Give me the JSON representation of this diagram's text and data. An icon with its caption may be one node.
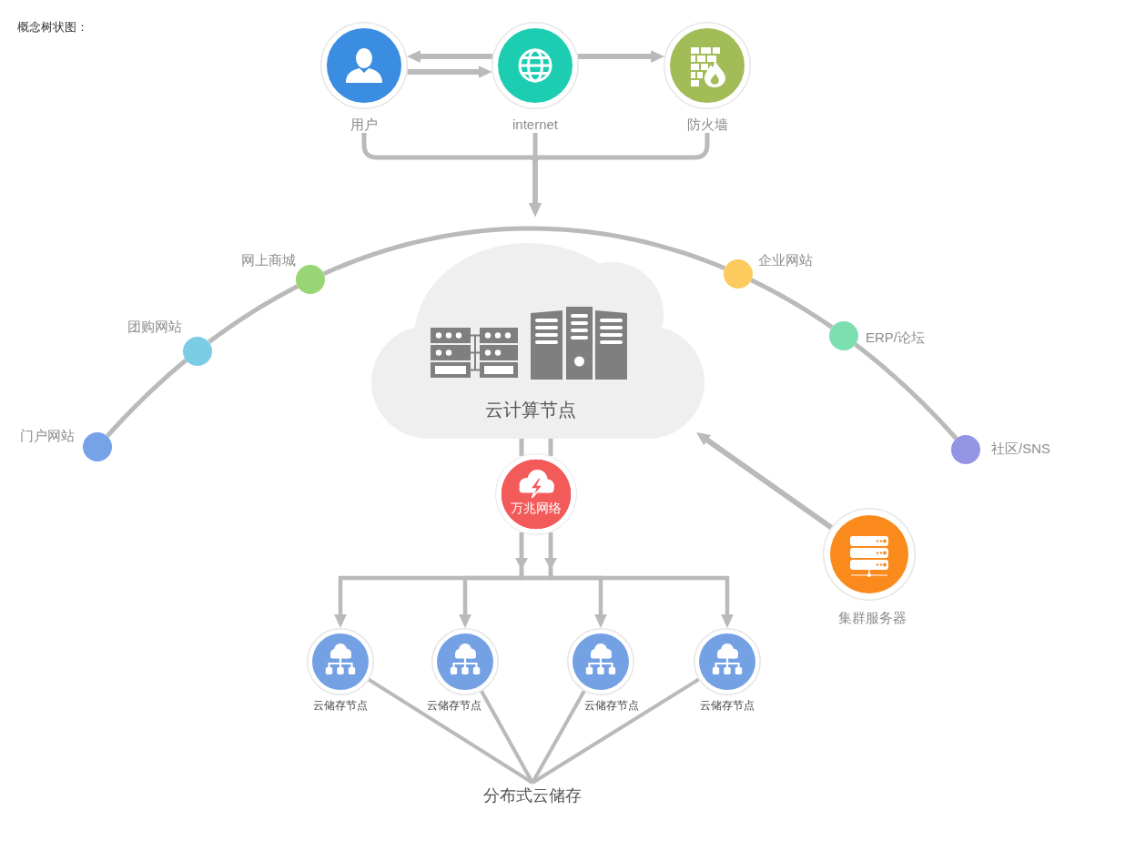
{
  "diagram": {
    "title": "概念树状图：",
    "nodes": [
      {
        "text": [
          "用户"
        ]
      },
      {
        "text": [
          "internet"
        ]
      },
      {
        "text": [
          "防火墙"
        ]
      },
      {
        "text": [
          "门户网站"
        ]
      },
      {
        "text": [
          "团购网站"
        ]
      },
      {
        "text": [
          "网上商城"
        ]
      },
      {
        "text": [
          "云计算节点"
        ]
      },
      {
        "text": [
          "企业网站"
        ]
      },
      {
        "text": [
          "ERP/论坛"
        ]
      },
      {
        "text": [
          "社区/SNS"
        ]
      },
      {
        "text": [
          "万兆网络"
        ]
      },
      {
        "text": [
          "集群服务器"
        ]
      },
      {
        "text": [
          "云储存节点"
        ]
      },
      {
        "text": [
          "云储存节点"
        ]
      },
      {
        "text": [
          "云储存节点"
        ]
      },
      {
        "text": [
          "云储存节点"
        ]
      },
      {
        "text": [
          "分布式云储存"
        ]
      }
    ],
    "edges": [
      {
        "from": 1,
        "to": 0,
        "arrow": "to"
      },
      {
        "from": 0,
        "to": 1,
        "arrow": "to"
      },
      {
        "from": 1,
        "to": 2,
        "arrow": "to"
      },
      {
        "from": 0,
        "to": 6,
        "arrow": "to"
      },
      {
        "from": 1,
        "to": 6,
        "arrow": "to"
      },
      {
        "from": 2,
        "to": 6,
        "arrow": "to"
      },
      {
        "from": 3,
        "to": 4,
        "arrow": "none"
      },
      {
        "from": 4,
        "to": 5,
        "arrow": "none"
      },
      {
        "from": 5,
        "to": 7,
        "arrow": "none"
      },
      {
        "from": 7,
        "to": 8,
        "arrow": "none"
      },
      {
        "from": 8,
        "to": 9,
        "arrow": "none"
      },
      {
        "from": 6,
        "to": 10,
        "arrow": "none"
      },
      {
        "from": 6,
        "to": 10,
        "arrow": "none"
      },
      {
        "from": 10,
        "to": 12,
        "arrow": "to"
      },
      {
        "from": 10,
        "to": 13,
        "arrow": "to"
      },
      {
        "from": 10,
        "to": 14,
        "arrow": "to"
      },
      {
        "from": 10,
        "to": 15,
        "arrow": "to"
      },
      {
        "from": 11,
        "to": 6,
        "arrow": "to"
      },
      {
        "from": 12,
        "to": 16,
        "arrow": "none"
      },
      {
        "from": 13,
        "to": 16,
        "arrow": "none"
      },
      {
        "from": 14,
        "to": 16,
        "arrow": "none"
      },
      {
        "from": 15,
        "to": 16,
        "arrow": "none"
      }
    ]
  }
}
